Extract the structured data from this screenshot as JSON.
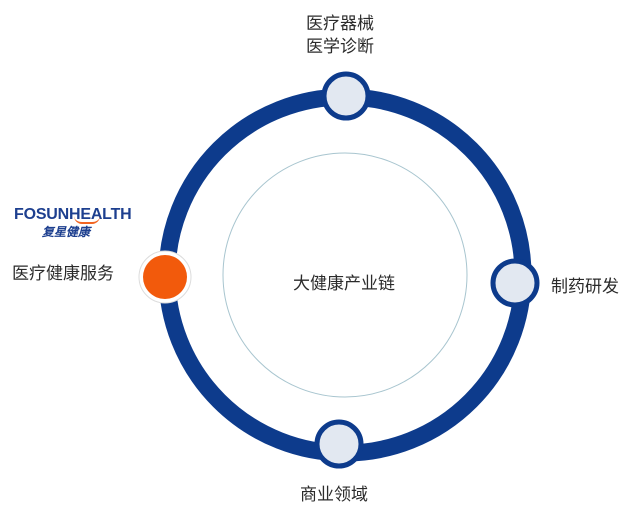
{
  "diagram": {
    "center_label": "大健康产业链",
    "nodes": {
      "top": [
        "医疗器械",
        "医学诊断"
      ],
      "right": "制药研发",
      "bottom": "商业领域",
      "left": "医疗健康服务"
    },
    "brand": {
      "english": "FOSUNHEALTH",
      "chinese": "复星健康"
    },
    "colors": {
      "ring": "#0d3b8c",
      "node_fill": "#e2e8f1",
      "highlight_node": "#f25a0c",
      "inner_circle": "#a8c5cf",
      "text": "#2b2b2b"
    }
  }
}
